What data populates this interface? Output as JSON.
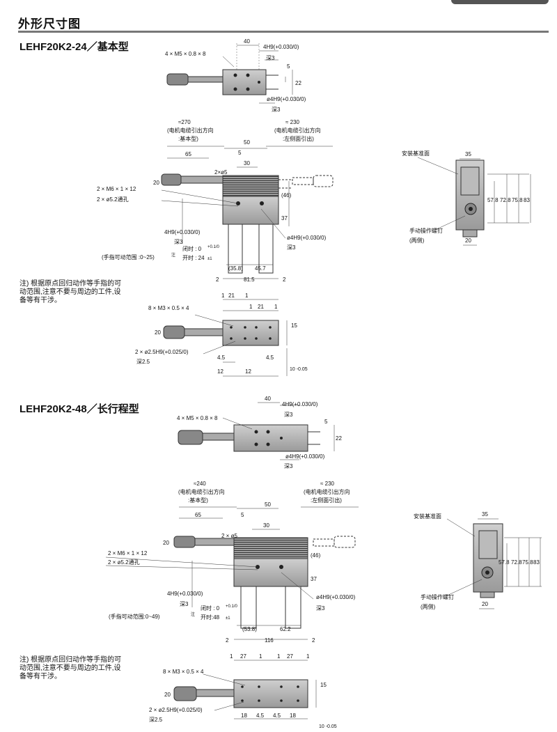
{
  "page": {
    "title": "外形尺寸图"
  },
  "sections": [
    {
      "model": "LEHF20K2-24",
      "type": "／基本型",
      "note": "注) 根据原点回归动作等手指的可动范围,注意不要与周边的工件,设备等有干涉。",
      "top": {
        "d40": "40",
        "tap": "4 × M5 × 0.8 × 8",
        "h4h9": "4H9(+0.030/0)",
        "deep3": "深3",
        "d5": "5",
        "d22": "22",
        "phi4": "ø4H9(+0.030/0)",
        "deep3b": "深3"
      },
      "front": {
        "cable_left": "≈270",
        "cable_left_note1": "(电机电缆引出方向",
        "cable_left_note2": ":基本型)",
        "cable_right": "≈ 230",
        "cable_right_note1": "(电机电缆引出方向",
        "cable_right_note2": ":左侧面引出)",
        "d65": "65",
        "d50": "50",
        "d5": "5",
        "d30": "30",
        "d2phi5": "2×ø5",
        "d20": "20",
        "m6": "2 × M6 × 1 × 12",
        "phi52": "2 × ø5.2通孔",
        "d46": "(46)",
        "d37": "37",
        "h4h9v": "4H9(+0.030/0)",
        "deep3v": "深3",
        "phi4": "ø4H9(+0.030/0)",
        "deep3": "深3",
        "closed": "闭时 : 0",
        "closed_tol": "+0.1/0",
        "open": "开时 : 24",
        "open_tol": "±1",
        "range": "(手指可动范围 :0~25)",
        "note_mark": "注",
        "d358": "(35.8)",
        "d457": "45.7",
        "d2l": "2",
        "d815": "81.5",
        "d2r": "2"
      },
      "side": {
        "label_base": "安装基准面",
        "d35": "35",
        "d578": "57.8",
        "d728": "72.8",
        "d758": "75.8",
        "d83": "83",
        "screw": "手动操作螺钉",
        "both": "(两侧)",
        "d20": "20"
      },
      "bottom": {
        "m3": "8 × M3 × 0.5 × 4",
        "d1a": "1",
        "d21a": "21",
        "d1b": "1",
        "d1c": "1",
        "d21b": "21",
        "d1d": "1",
        "d20": "20",
        "d15": "15",
        "phi25": "2 × ø2.5H9(+0.025/0)",
        "deep25": "深2.5",
        "d45": "4.5",
        "d12a": "12",
        "d12b": "12",
        "d10": "10 -0.05",
        "d45b": "4.5"
      }
    },
    {
      "model": "LEHF20K2-48",
      "type": "／长行程型",
      "note": "注) 根据原点回归动作等手指的可动范围,注意不要与周边的工件,设备等有干涉。",
      "top": {
        "d40": "40",
        "tap": "4 × M5 × 0.8 × 8",
        "h4h9": "4H9(+0.030/0)",
        "deep3": "深3",
        "d5": "5",
        "d22": "22",
        "phi4": "ø4H9(+0.030/0)",
        "deep3b": "深3"
      },
      "front": {
        "cable_left": "≈240",
        "cable_left_note1": "(电机电缆引出方向",
        "cable_left_note2": ":基本型)",
        "cable_right": "≈ 230",
        "cable_right_note1": "(电机电缆引出方向",
        "cable_right_note2": ":左侧面引出)",
        "d65": "65",
        "d50": "50",
        "d5": "5",
        "d30": "30",
        "d2phi5": "2 × ø5",
        "d20": "20",
        "m6": "2 × M6 × 1 × 12",
        "phi52": "2 × ø5.2通孔",
        "d46": "(46)",
        "d37": "37",
        "h4h9v": "4H9(+0.030/0)",
        "deep3v": "深3",
        "phi4": "ø4H9(+0.030/0)",
        "deep3": "深3",
        "closed": "闭时 : 0",
        "closed_tol": "+0.1/0",
        "open": "开时:48",
        "open_tol": "±1",
        "range": "(手指可动范围:0~49)",
        "note_mark": "注",
        "d538": "(53.8)",
        "d622": "62.2",
        "d2l": "2",
        "d116": "116",
        "d2r": "2"
      },
      "side": {
        "label_base": "安装基准面",
        "d35": "35",
        "d578": "57.8",
        "d728": "72.8",
        "d758": "75.8",
        "d83": "83",
        "screw": "手动操作螺钉",
        "both": "(两侧)",
        "d20": "20"
      },
      "bottom": {
        "m3": "8 × M3 × 0.5 × 4",
        "d1a": "1",
        "d27a": "27",
        "d1b": "1",
        "d1c": "1",
        "d27b": "27",
        "d1d": "1",
        "d20": "20",
        "d15": "15",
        "phi25": "2 × ø2.5H9(+0.025/0)",
        "deep25": "深2.5",
        "d18a": "18",
        "d45a": "4.5",
        "d45b": "4.5",
        "d18b": "18",
        "d10": "10 -0.05"
      }
    }
  ]
}
